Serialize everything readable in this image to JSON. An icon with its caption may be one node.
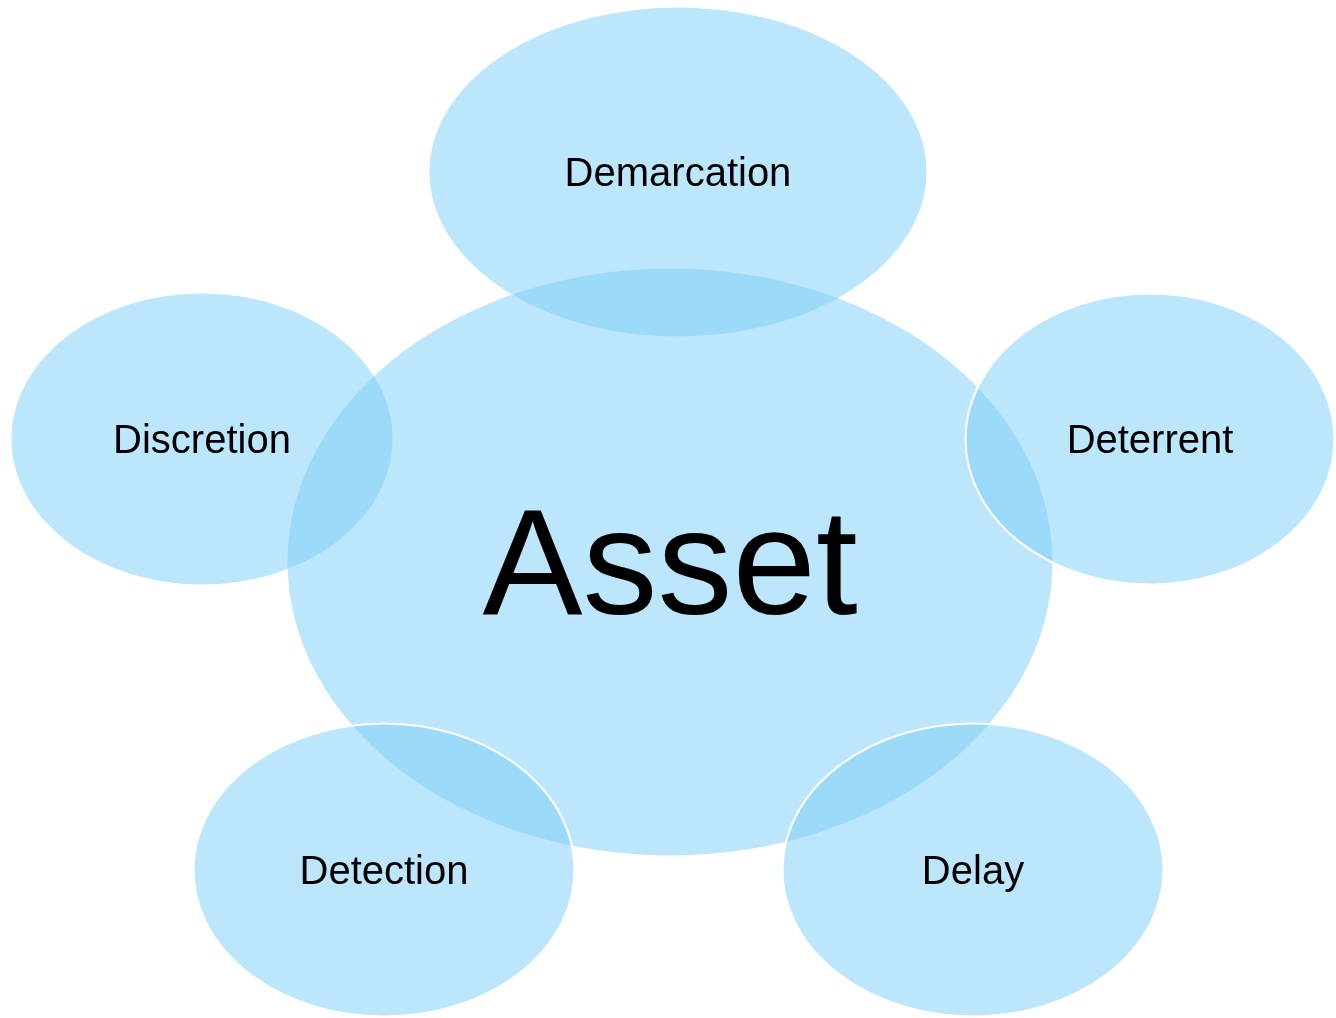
{
  "diagram": {
    "nodes": [
      {
        "text": [
          "Demarcation"
        ]
      },
      {
        "text": [
          "Discretion"
        ]
      },
      {
        "text": [
          "Asset"
        ]
      },
      {
        "text": [
          "Deterrent"
        ]
      },
      {
        "text": [
          "Detection"
        ]
      },
      {
        "text": [
          "Delay"
        ]
      }
    ]
  }
}
